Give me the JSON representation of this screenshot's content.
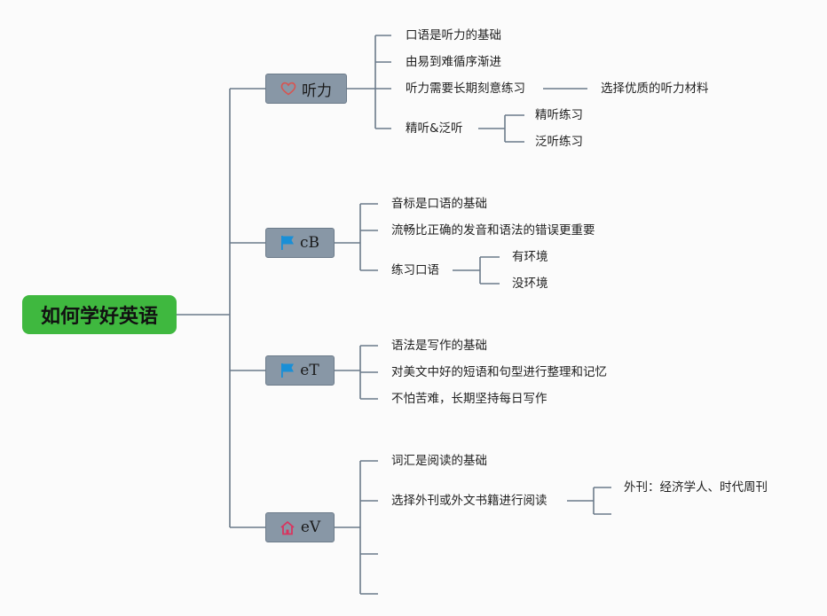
{
  "root": {
    "label": "如何学好英语"
  },
  "branches": [
    {
      "label": "听力",
      "icon": "heart-icon",
      "items": [
        {
          "label": "口语是听力的基础"
        },
        {
          "label": "由易到难循序渐进"
        },
        {
          "label": "听力需要长期刻意练习",
          "child": "选择优质的听力材料"
        },
        {
          "label": "精听&泛听",
          "children": [
            "精听练习",
            "泛听练习"
          ]
        }
      ]
    },
    {
      "label": "cB",
      "icon": "flag-icon",
      "items": [
        {
          "label": "音标是口语的基础"
        },
        {
          "label": "流畅比正确的发音和语法的错误更重要"
        },
        {
          "label": "练习口语",
          "children": [
            "有环境",
            "没环境"
          ]
        }
      ]
    },
    {
      "label": "eT",
      "icon": "flag-icon",
      "items": [
        {
          "label": "语法是写作的基础"
        },
        {
          "label": "对美文中好的短语和句型进行整理和记忆"
        },
        {
          "label": "不怕苦难，长期坚持每日写作"
        }
      ]
    },
    {
      "label": "eV",
      "icon": "home-icon",
      "items": [
        {
          "label": "词汇是阅读的基础"
        },
        {
          "label": "选择外刊或外文书籍进行阅读",
          "children": [
            "外刊：经济学人、时代周刊",
            ""
          ]
        },
        {
          "label": ""
        },
        {
          "label": ""
        }
      ]
    }
  ],
  "colors": {
    "root_fill": "#3fb83f",
    "branch_fill": "#8897a6",
    "connector": "#6b7a8a",
    "heart": "#d9534f",
    "flag": "#1a8fd6",
    "home": "#d9345f"
  }
}
